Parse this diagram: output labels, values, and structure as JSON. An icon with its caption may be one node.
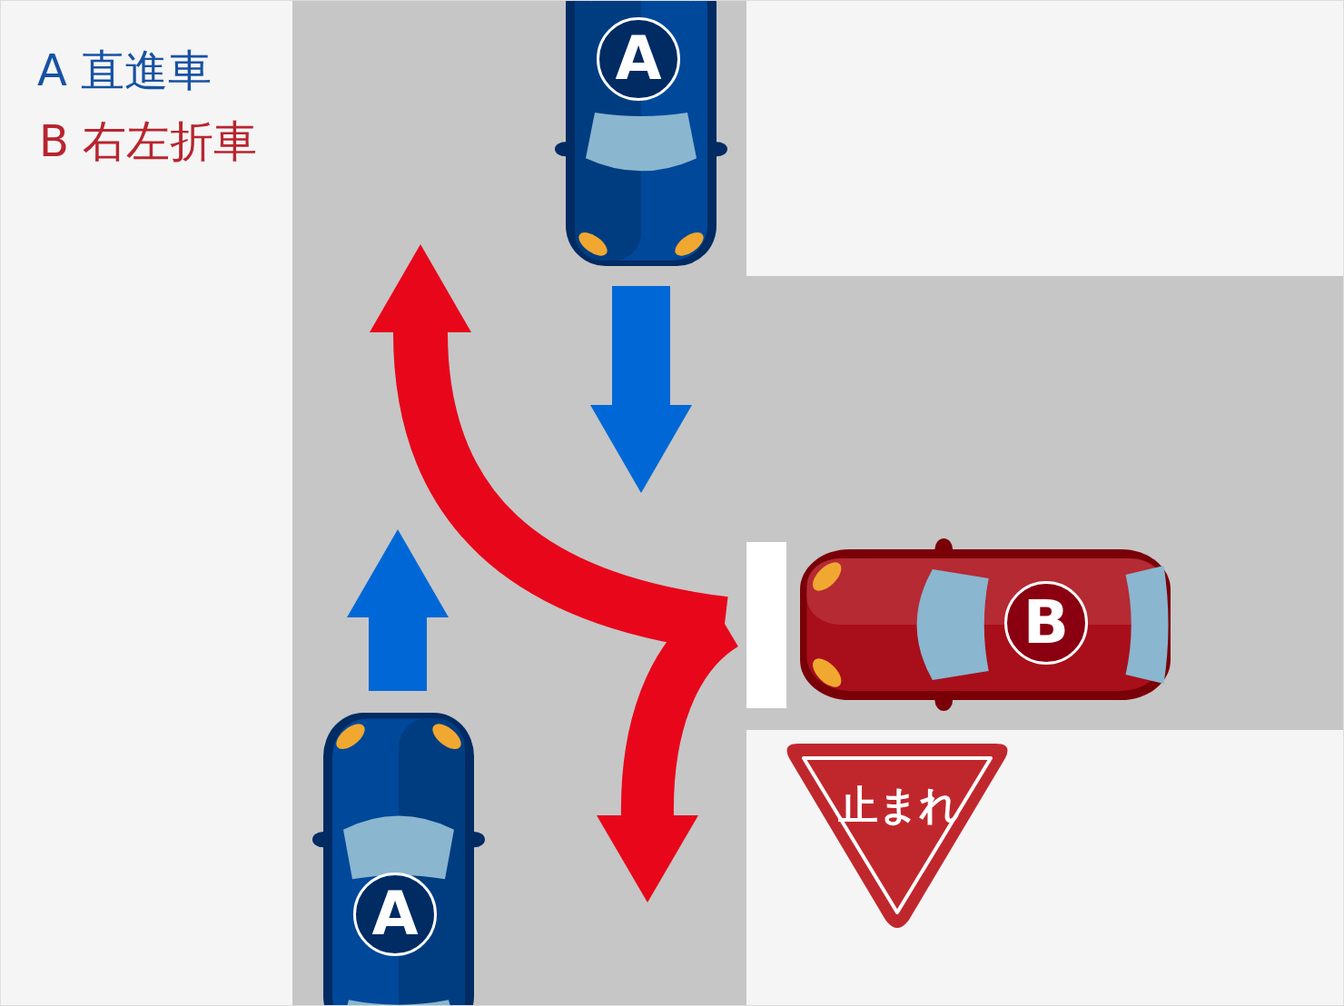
{
  "diagram": {
    "nodes": [
      {
        "text": [
          "A"
        ]
      },
      {
        "text": [
          "A"
        ]
      },
      {
        "text": [
          "B"
        ]
      },
      {
        "text": [
          "止まれ"
        ]
      }
    ],
    "labels": [
      "A 直進車",
      "B 右左折車"
    ]
  }
}
